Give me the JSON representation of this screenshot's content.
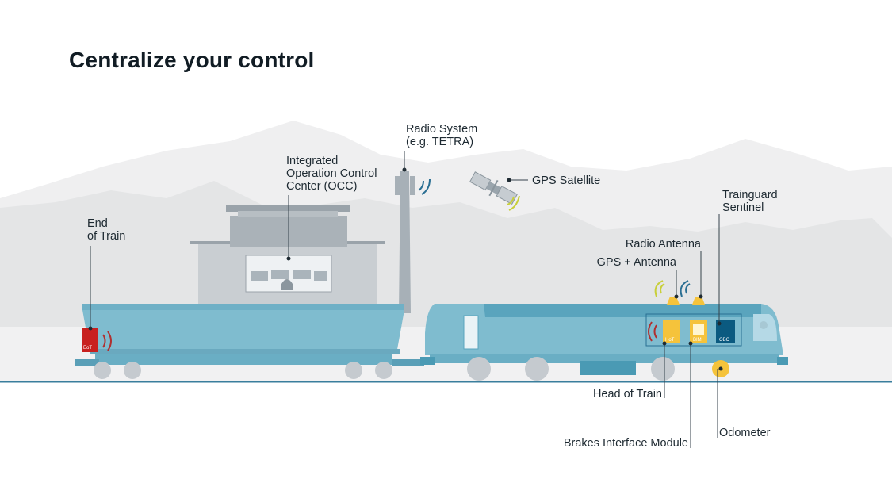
{
  "title": "Centralize your control",
  "labels": {
    "end_of_train_1": "End",
    "end_of_train_2": "of Train",
    "occ_1": "Integrated",
    "occ_2": "Operation Control",
    "occ_3": "Center (OCC)",
    "radio_system_1": "Radio System",
    "radio_system_2": "(e.g. TETRA)",
    "gps_satellite": "GPS Satellite",
    "trainguard_1": "Trainguard",
    "trainguard_2": "Sentinel",
    "radio_antenna": "Radio Antenna",
    "gps_antenna": "GPS + Antenna",
    "head_of_train": "Head of Train",
    "brakes_interface": "Brakes Interface Module",
    "odometer": "Odometer"
  },
  "device_labels": {
    "eot": "EoT",
    "hot": "HoT",
    "bim": "BIM",
    "obc": "OBC"
  },
  "colors": {
    "train_body": "#7fbccf",
    "train_dark": "#4a9ab4",
    "eot_red": "#c8201f",
    "device_yellow": "#f5c33b",
    "obc_navy": "#0b5a80",
    "mountains": "#e6e7e8",
    "building": "#b8bec3"
  }
}
